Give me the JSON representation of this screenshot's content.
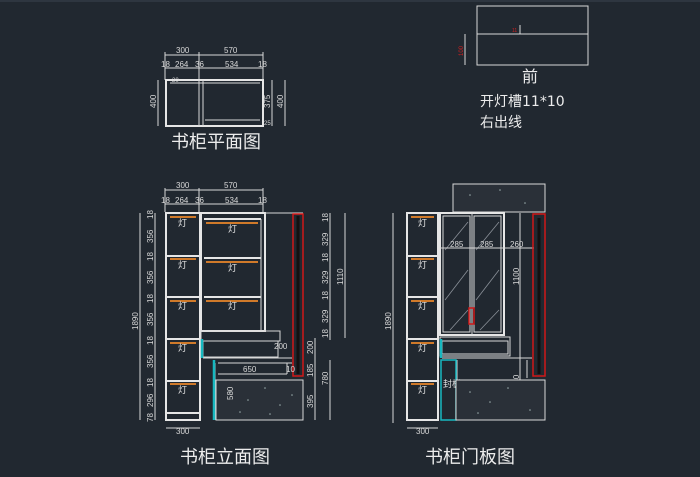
{
  "plan": {
    "title": "书柜平面图",
    "top_dims": [
      "300",
      "570"
    ],
    "sub_dims": [
      "18",
      "264",
      "36",
      "534",
      "18"
    ],
    "left_dim": "400",
    "right_dims": [
      "375",
      "400"
    ],
    "small_dims": [
      "20",
      "25"
    ]
  },
  "elevation": {
    "title": "书柜立面图",
    "top_dims": [
      "300",
      "570"
    ],
    "sub_dims": [
      "18",
      "264",
      "36",
      "534",
      "18"
    ],
    "total_height": "1890",
    "left_dims": [
      "18",
      "356",
      "18",
      "356",
      "18",
      "356",
      "18",
      "356",
      "18",
      "296",
      "78"
    ],
    "right_dims": [
      "18",
      "329",
      "18",
      "329",
      "18",
      "329",
      "18"
    ],
    "right_total": "1110",
    "desk_dims": [
      "200",
      "185",
      "780",
      "395"
    ],
    "width_650": "650",
    "gap_10": "10",
    "height_580": "580",
    "bottom_dim": "300",
    "light_label": "灯"
  },
  "door": {
    "title": "书柜门板图",
    "total_height": "1890",
    "door_widths": [
      "285",
      "285",
      "260"
    ],
    "door_height": "1100",
    "lower_dim": "780",
    "bottom_dim": "300",
    "panel_label": "封板",
    "light_label": "灯"
  },
  "detail": {
    "side_dim": "100",
    "red_dim": "11",
    "front_label": "前",
    "note_1": "开灯槽11*10",
    "note_2": "右出线"
  }
}
